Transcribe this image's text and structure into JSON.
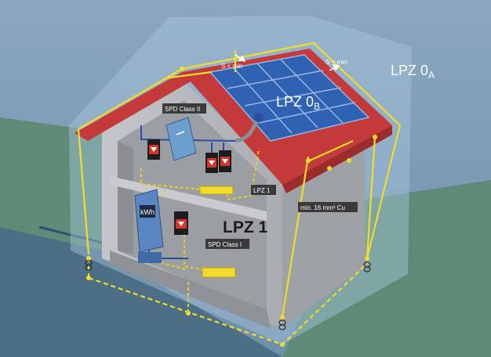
{
  "zones": {
    "outer": {
      "main": "LPZ 0",
      "sub": "A"
    },
    "roof": {
      "main": "LPZ 0",
      "sub": "B"
    },
    "interior": {
      "main": "LPZ 1"
    }
  },
  "labels": {
    "separation_left": "S < min",
    "separation_right": "S < min",
    "spd_class_2": "SPD Class II",
    "spd_class_1": "SPD Class I",
    "lpz1_small": "LPZ 1",
    "conductor": "min. 16 mm² Cu",
    "meter": "kWh"
  },
  "colors": {
    "sky": "#7f9fb8",
    "ground": "#5e8a76",
    "lpz_zone": "#8cb0cc",
    "roof_tiles": "#c4393a",
    "solar_panel": "#2f62b3",
    "conductor": "#f2dc2b",
    "house_wall": "#b7b9bc",
    "arrester": "#d8342a"
  }
}
